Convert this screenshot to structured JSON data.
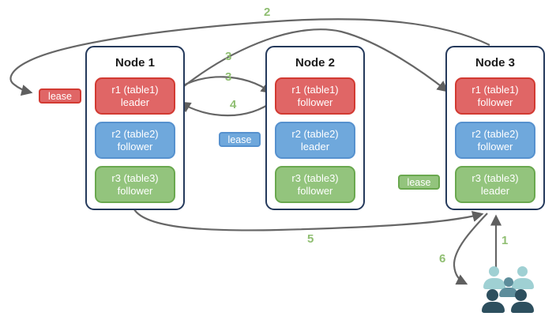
{
  "nodes": [
    {
      "title": "Node 1",
      "replicas": [
        {
          "name": "r1 (table1)",
          "role": "leader",
          "color_key": "red"
        },
        {
          "name": "r2 (table2)",
          "role": "follower",
          "color_key": "blue"
        },
        {
          "name": "r3 (table3)",
          "role": "follower",
          "color_key": "green"
        }
      ]
    },
    {
      "title": "Node 2",
      "replicas": [
        {
          "name": "r1 (table1)",
          "role": "follower",
          "color_key": "red"
        },
        {
          "name": "r2 (table2)",
          "role": "leader",
          "color_key": "blue"
        },
        {
          "name": "r3 (table3)",
          "role": "follower",
          "color_key": "green"
        }
      ]
    },
    {
      "title": "Node 3",
      "replicas": [
        {
          "name": "r1 (table1)",
          "role": "follower",
          "color_key": "red"
        },
        {
          "name": "r2 (table2)",
          "role": "follower",
          "color_key": "blue"
        },
        {
          "name": "r3 (table3)",
          "role": "leader",
          "color_key": "green"
        }
      ]
    }
  ],
  "leases": [
    {
      "label": "lease",
      "color_key": "red"
    },
    {
      "label": "lease",
      "color_key": "blue"
    },
    {
      "label": "lease",
      "color_key": "green"
    }
  ],
  "step_labels": [
    {
      "text": "1"
    },
    {
      "text": "2"
    },
    {
      "text": "3"
    },
    {
      "text": "3"
    },
    {
      "text": "4"
    },
    {
      "text": "5"
    },
    {
      "text": "6"
    }
  ],
  "icons": {
    "users_icon": "users-group"
  },
  "colors": {
    "replica_red_fill": "#e06666",
    "replica_red_border": "#d23a32",
    "replica_blue_fill": "#6fa8dc",
    "replica_blue_border": "#5691ce",
    "replica_green_fill": "#93c47d",
    "replica_green_border": "#6aa84f",
    "node_border": "#24395b",
    "arrow": "#666666",
    "step_label": "#8fbe71",
    "users_light": "#9fd0d3",
    "users_medium": "#5d8d9b",
    "users_dark": "#2d4f5e"
  }
}
